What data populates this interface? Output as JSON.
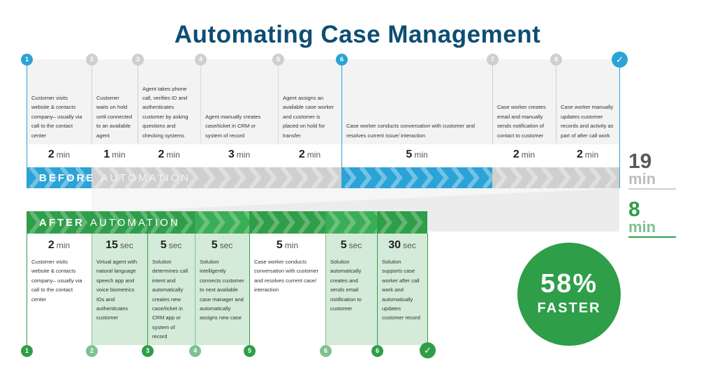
{
  "title": "Automating Case Management",
  "before": {
    "steps": [
      {
        "badge": "1",
        "desc": "Customer visits website & contacts company– usually via call to the contact center",
        "num": "2",
        "unit": "min"
      },
      {
        "badge": "2",
        "desc": "Customer waits on hold until connected to an available agent",
        "num": "1",
        "unit": "min"
      },
      {
        "badge": "3",
        "desc": "Agent takes phone call, verifies ID and authenticates customer by asking questions and checking systems",
        "num": "2",
        "unit": "min"
      },
      {
        "badge": "4",
        "desc": "Agent manually creates case/ticket in CRM or system of record",
        "num": "3",
        "unit": "min"
      },
      {
        "badge": "5",
        "desc": "Agent assigns an available case worker and customer is placed on hold for transfer",
        "num": "2",
        "unit": "min"
      },
      {
        "badge": "6",
        "desc": "Case worker conducts conversation with customer and resolves current issue/ interaction",
        "num": "5",
        "unit": "min"
      },
      {
        "badge": "7",
        "desc": "Case worker creates email and manually sends notification of contact to customer",
        "num": "2",
        "unit": "min"
      },
      {
        "badge": "8",
        "desc": "Case worker manually updates customer records and activity as part of after call work",
        "num": "2",
        "unit": "min"
      }
    ],
    "label_bold": "BEFORE",
    "label_light": "AUTOMATION",
    "total_num": "19",
    "total_unit": "min"
  },
  "after": {
    "steps": [
      {
        "badge": "1",
        "num": "2",
        "unit": "min",
        "desc": "Customer visits website & contacts company– usually via call to the contact center"
      },
      {
        "badge": "2",
        "num": "15",
        "unit": "sec",
        "desc": "Virtual agent with natural language speech app and voice biometrics IDs and authenticates customer"
      },
      {
        "badge": "3",
        "num": "5",
        "unit": "sec",
        "desc": "Solution determines call intent and automatically creates new case/ticket in CRM app or system of record"
      },
      {
        "badge": "4",
        "num": "5",
        "unit": "sec",
        "desc": "Solution intelligently connects customer to next available case manager and automatically assigns new case"
      },
      {
        "badge": "5",
        "num": "5",
        "unit": "min",
        "desc": "Case worker conducts conversation with customer and resolves current case/ interaction"
      },
      {
        "badge": "6",
        "num": "5",
        "unit": "sec",
        "desc": "Solution automatically creates and sends email notification to customer"
      },
      {
        "badge": "6",
        "num": "30",
        "unit": "sec",
        "desc": "Solution supports case worker after call work and automatically updates customer record"
      }
    ],
    "label_bold": "AFTER",
    "label_light": "AUTOMATION",
    "total_num": "8",
    "total_unit": "min"
  },
  "result": {
    "pct": "58%",
    "word": "FASTER"
  },
  "colors": {
    "blue": "#2aa3d6",
    "green": "#2e9e48",
    "navy": "#0e4d73",
    "gray": "#cfcfcf"
  }
}
